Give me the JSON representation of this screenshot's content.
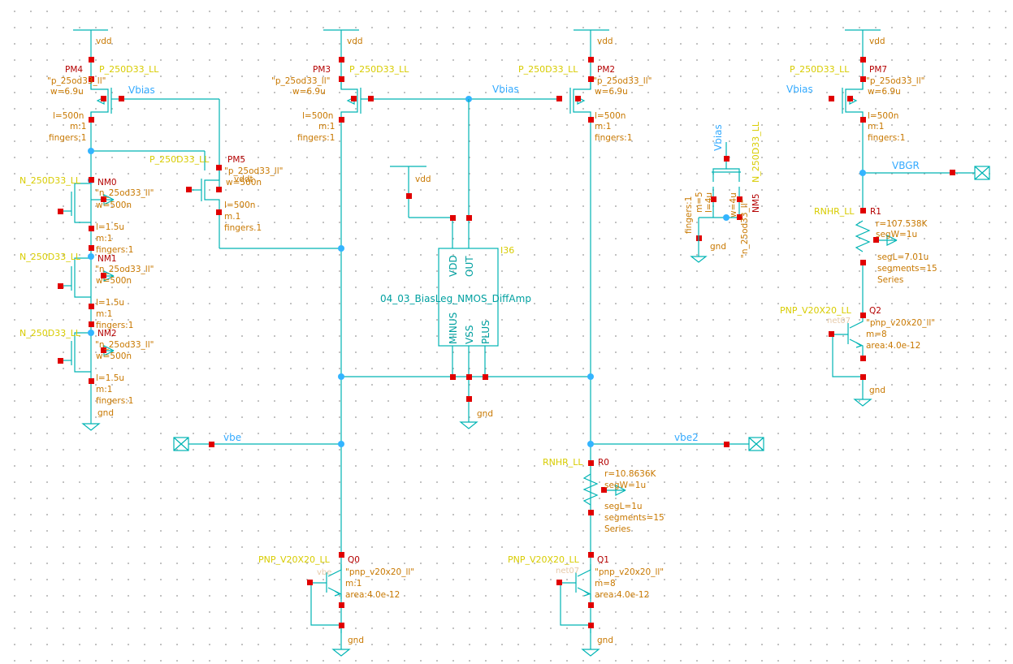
{
  "supplies": {
    "vdd": "vdd",
    "gnd": "gnd"
  },
  "nets": {
    "vbias": "Vbias",
    "vbgr": "VBGR",
    "vbe": "vbe",
    "vbe2": "vbe2"
  },
  "pm4": {
    "name": "PM4",
    "model": "P_250D33_LL",
    "cell": "\"p_25od33_ll\"",
    "w": "w=6.9u",
    "l": "l=500n",
    "m": "m:1",
    "fingers": "fingers:1"
  },
  "pm3": {
    "name": "PM3",
    "model": "P_250D33_LL",
    "cell": "\"p_25od33_ll\"",
    "w": "w=6.9u",
    "l": "l=500n",
    "m": "m:1",
    "fingers": "fingers:1"
  },
  "pm2": {
    "name": "PM2",
    "model": "P_250D33_LL",
    "cell": "\"p_25od33_ll\"",
    "w": "w=6.9u",
    "l": "l=500n",
    "m": "m:1",
    "fingers": "fingers:1"
  },
  "pm7": {
    "name": "PM7",
    "model": "P_250D33_LL",
    "cell": "\"p_25od33_ll\"",
    "w": "w=6.9u",
    "l": "l=500n",
    "m": "m:1",
    "fingers": "fingers:1"
  },
  "pm5": {
    "name": "PM5",
    "model": "P_250D33_LL",
    "cell": "\"p_25od33_ll\"",
    "w": "w=500n",
    "l": "l=500n",
    "m": "m.1",
    "fingers": "fingers.1",
    "bulk": "vddt"
  },
  "nm0": {
    "name": "NM0",
    "model": "N_250D33_LL",
    "cell": "\"n_25od33_ll\"",
    "w": "w=500n",
    "l": "l=1.5u",
    "m": "m:1",
    "fingers": "fingers:1"
  },
  "nm1": {
    "name": "NM1",
    "model": "N_250D33_LL",
    "cell": "\"n_25od33_ll\"",
    "w": "w=500n",
    "l": "l=1.5u",
    "m": "m:1",
    "fingers": "fingers:1"
  },
  "nm2": {
    "name": "NM2",
    "model": "N_250D33_LL",
    "cell": "\"n_25od33_ll\"",
    "w": "w=500n",
    "l": "l=1.5u",
    "m": "m:1",
    "fingers": "fingers:1"
  },
  "nm5": {
    "name": "NM5",
    "model": "N_250D33_LL",
    "cell": "\"n_25od33_ll\"",
    "w": "w=4u",
    "l": "l=4u",
    "m": "m=5",
    "fingers": "fingers:1"
  },
  "r0": {
    "name": "R0",
    "model": "RNHR_LL",
    "r": "r=10.8636K",
    "segw": "segW=1u",
    "segl": "segL=1u",
    "segs": "segments=15",
    "series": "Series"
  },
  "r1": {
    "name": "R1",
    "model": "RNHR_LL",
    "r": "r=107.538K",
    "segw": "segW=1u",
    "segl": "segL=7.01u",
    "segs": "segments=15",
    "series": "Series"
  },
  "q0": {
    "name": "Q0",
    "model": "PNP_V20X20_LL",
    "cell": "\"pnp_v20x20_ll\"",
    "m": "m:1",
    "area": "area:4.0e-12",
    "base": "vbe"
  },
  "q1": {
    "name": "Q1",
    "model": "PNP_V20X20_LL",
    "cell": "\"pnp_v20x20_ll\"",
    "m": "m=8",
    "area": "area:4.0e-12",
    "base": "net07"
  },
  "q2": {
    "name": "Q2",
    "model": "PNP_V20X20_LL",
    "cell": "\"pnp_v20x20_ll\"",
    "m": "m=8",
    "area": "area:4.0e-12",
    "base": "net07"
  },
  "amp": {
    "inst": "I36",
    "name": "04_03_BiasLeg_NMOS_DiffAmp",
    "pins": {
      "vdd": "VDD",
      "out": "OUT",
      "minus": "MINUS",
      "vss": "VSS",
      "plus": "PLUS"
    }
  }
}
